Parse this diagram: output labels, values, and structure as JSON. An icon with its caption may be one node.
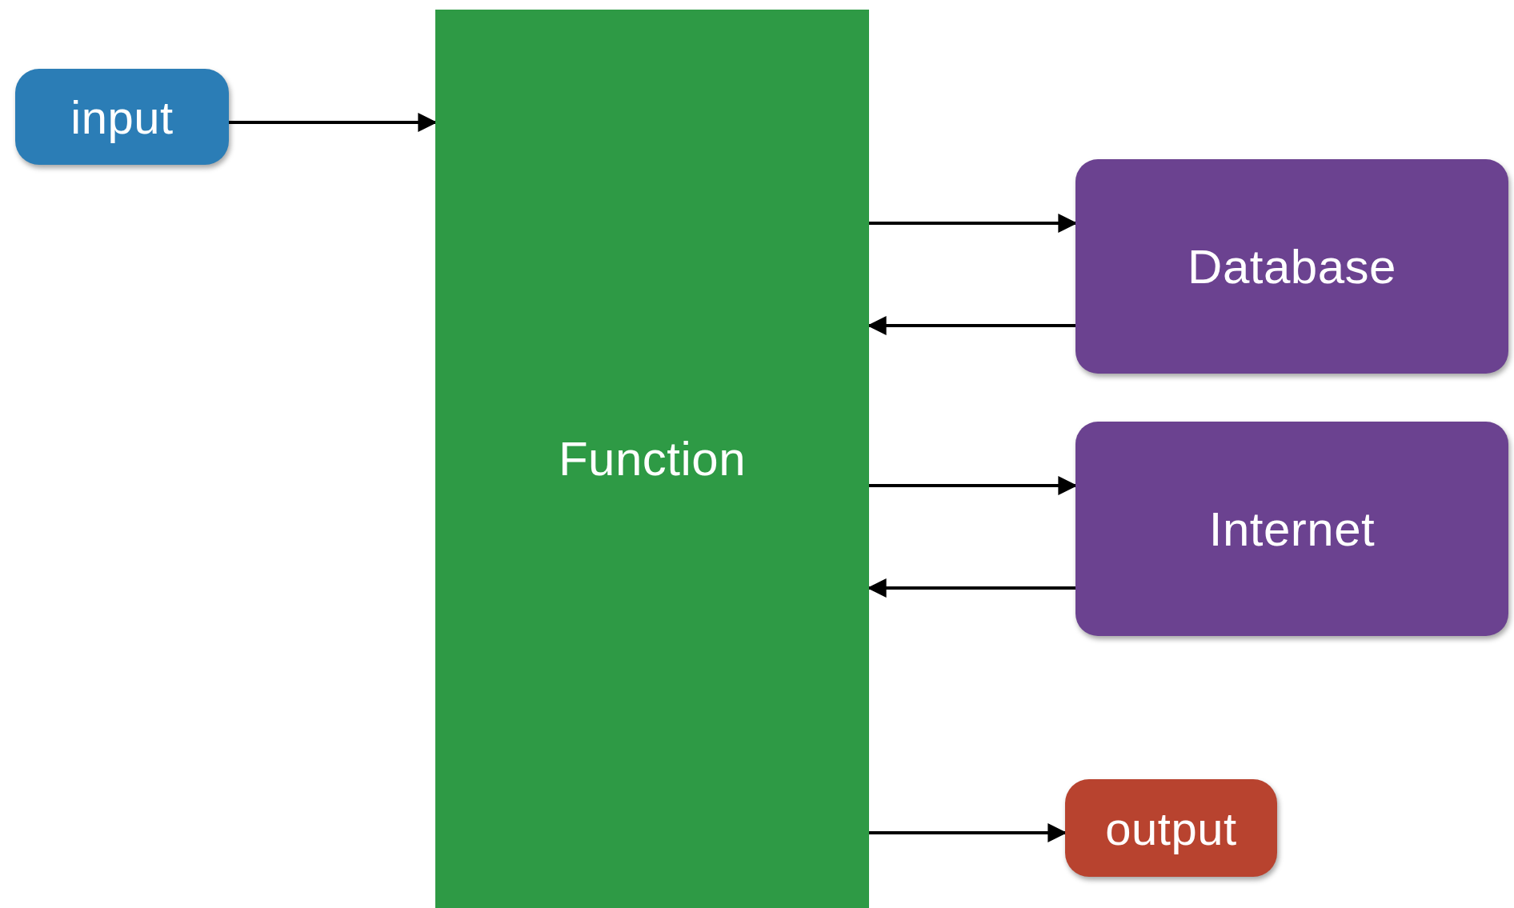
{
  "diagram": {
    "nodes": [
      {
        "text": [
          "input"
        ]
      },
      {
        "text": [
          "Function"
        ]
      },
      {
        "text": [
          "Database"
        ]
      },
      {
        "text": [
          "Internet"
        ]
      },
      {
        "text": [
          "output"
        ]
      }
    ],
    "edges": [
      {
        "from": 0,
        "to": 1,
        "arrow": "to"
      },
      {
        "from": 1,
        "to": 2,
        "arrow": "to"
      },
      {
        "from": 2,
        "to": 1,
        "arrow": "to"
      },
      {
        "from": 1,
        "to": 3,
        "arrow": "to"
      },
      {
        "from": 3,
        "to": 1,
        "arrow": "to"
      },
      {
        "from": 1,
        "to": 4,
        "arrow": "to"
      }
    ]
  }
}
